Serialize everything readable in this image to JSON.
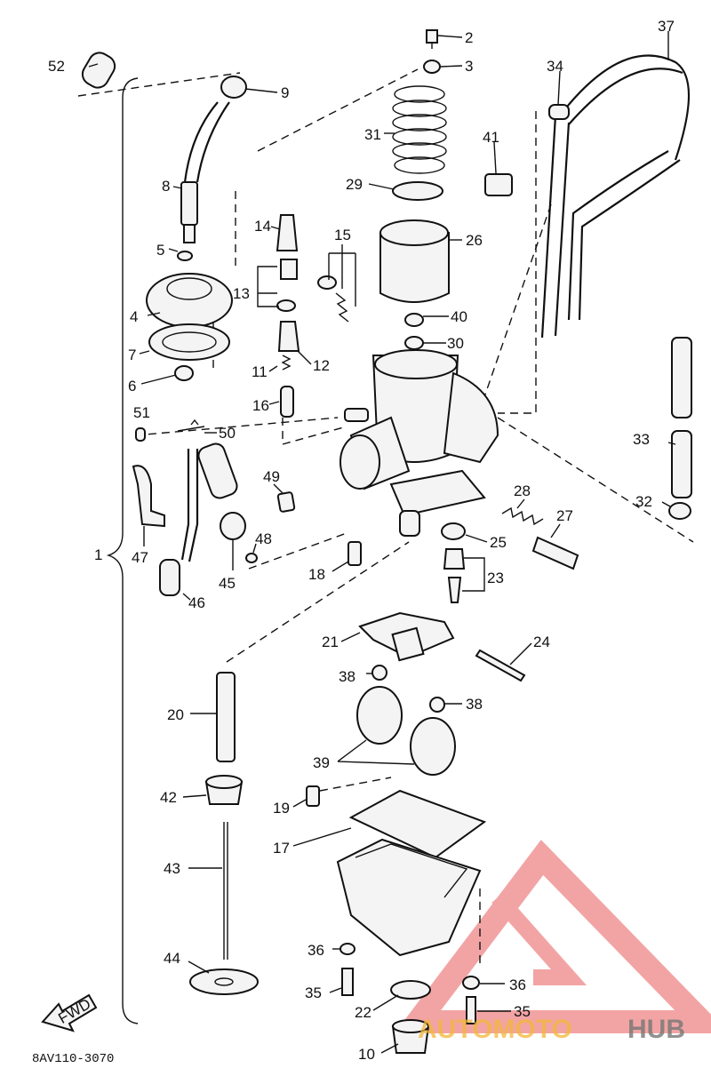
{
  "diagram": {
    "drawing_code": "8AV110-3070",
    "front_arrow": "FWD",
    "watermark": {
      "part1": "AUTOMOTO",
      "part2": "HUB",
      "colors": {
        "red": "#e85a5a",
        "orange": "#f2b73a",
        "gray": "#777777"
      }
    },
    "callouts": [
      "1",
      "2",
      "3",
      "4",
      "5",
      "6",
      "7",
      "8",
      "9",
      "10",
      "11",
      "12",
      "13",
      "14",
      "15",
      "16",
      "17",
      "18",
      "19",
      "20",
      "21",
      "22",
      "23",
      "24",
      "25",
      "26",
      "27",
      "28",
      "29",
      "30",
      "31",
      "32",
      "33",
      "34",
      "35",
      "36",
      "37",
      "38",
      "39",
      "40",
      "41",
      "42",
      "43",
      "44",
      "45",
      "46",
      "47",
      "48",
      "49",
      "50",
      "51",
      "52"
    ],
    "labels": [
      {
        "key": "c52",
        "text": "52"
      },
      {
        "key": "c9",
        "text": "9"
      },
      {
        "key": "c2",
        "text": "2"
      },
      {
        "key": "c3",
        "text": "3"
      },
      {
        "key": "c34",
        "text": "34"
      },
      {
        "key": "c37",
        "text": "37"
      },
      {
        "key": "c31",
        "text": "31"
      },
      {
        "key": "c41",
        "text": "41"
      },
      {
        "key": "c8",
        "text": "8"
      },
      {
        "key": "c29",
        "text": "29"
      },
      {
        "key": "c14",
        "text": "14"
      },
      {
        "key": "c15",
        "text": "15"
      },
      {
        "key": "c26",
        "text": "26"
      },
      {
        "key": "c5",
        "text": "5"
      },
      {
        "key": "c13",
        "text": "13"
      },
      {
        "key": "c4",
        "text": "4"
      },
      {
        "key": "c40",
        "text": "40"
      },
      {
        "key": "c30a",
        "text": "30"
      },
      {
        "key": "c7",
        "text": "7"
      },
      {
        "key": "c11",
        "text": "11"
      },
      {
        "key": "c12",
        "text": "12"
      },
      {
        "key": "c6",
        "text": "6"
      },
      {
        "key": "c16",
        "text": "16"
      },
      {
        "key": "c51",
        "text": "51"
      },
      {
        "key": "c50",
        "text": "50"
      },
      {
        "key": "c33",
        "text": "33"
      },
      {
        "key": "c49",
        "text": "49"
      },
      {
        "key": "c28",
        "text": "28"
      },
      {
        "key": "c32",
        "text": "32"
      },
      {
        "key": "c27",
        "text": "27"
      },
      {
        "key": "c1",
        "text": "1"
      },
      {
        "key": "c47",
        "text": "47"
      },
      {
        "key": "c48",
        "text": "48"
      },
      {
        "key": "c25",
        "text": "25"
      },
      {
        "key": "c18",
        "text": "18"
      },
      {
        "key": "c45",
        "text": "45"
      },
      {
        "key": "c23",
        "text": "23"
      },
      {
        "key": "c46",
        "text": "46"
      },
      {
        "key": "c21",
        "text": "21"
      },
      {
        "key": "c24",
        "text": "24"
      },
      {
        "key": "c38a",
        "text": "38"
      },
      {
        "key": "c38b",
        "text": "38"
      },
      {
        "key": "c20",
        "text": "20"
      },
      {
        "key": "c39",
        "text": "39"
      },
      {
        "key": "c42",
        "text": "42"
      },
      {
        "key": "c19",
        "text": "19"
      },
      {
        "key": "c17",
        "text": "17"
      },
      {
        "key": "c43",
        "text": "43"
      },
      {
        "key": "c36a",
        "text": "36"
      },
      {
        "key": "c44",
        "text": "44"
      },
      {
        "key": "c36b",
        "text": "36"
      },
      {
        "key": "c35a",
        "text": "35"
      },
      {
        "key": "c22",
        "text": "22"
      },
      {
        "key": "c35b",
        "text": "35"
      },
      {
        "key": "c10",
        "text": "10"
      }
    ]
  }
}
